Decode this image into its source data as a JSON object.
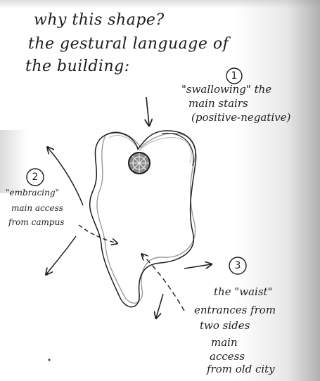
{
  "heading": {
    "line1": "why this shape?",
    "line2": "the gestural language of",
    "line3": "the building:"
  },
  "note1": {
    "number": "1",
    "line1": "\"swallowing\" the",
    "line2": "main stairs",
    "line3": "(positive-negative)"
  },
  "note2": {
    "number": "2",
    "line1": "\"embracing\"",
    "line2": "main access",
    "line3": "from campus"
  },
  "note3": {
    "number": "3",
    "line1": "the \"waist\"",
    "line2": "entrances from",
    "line3": "two sides"
  },
  "note4": {
    "line1": "main",
    "line2": "access",
    "line3": "from old city"
  },
  "colors": {
    "ink": "#1d1d1d",
    "pencil": "#8c8c8c"
  }
}
